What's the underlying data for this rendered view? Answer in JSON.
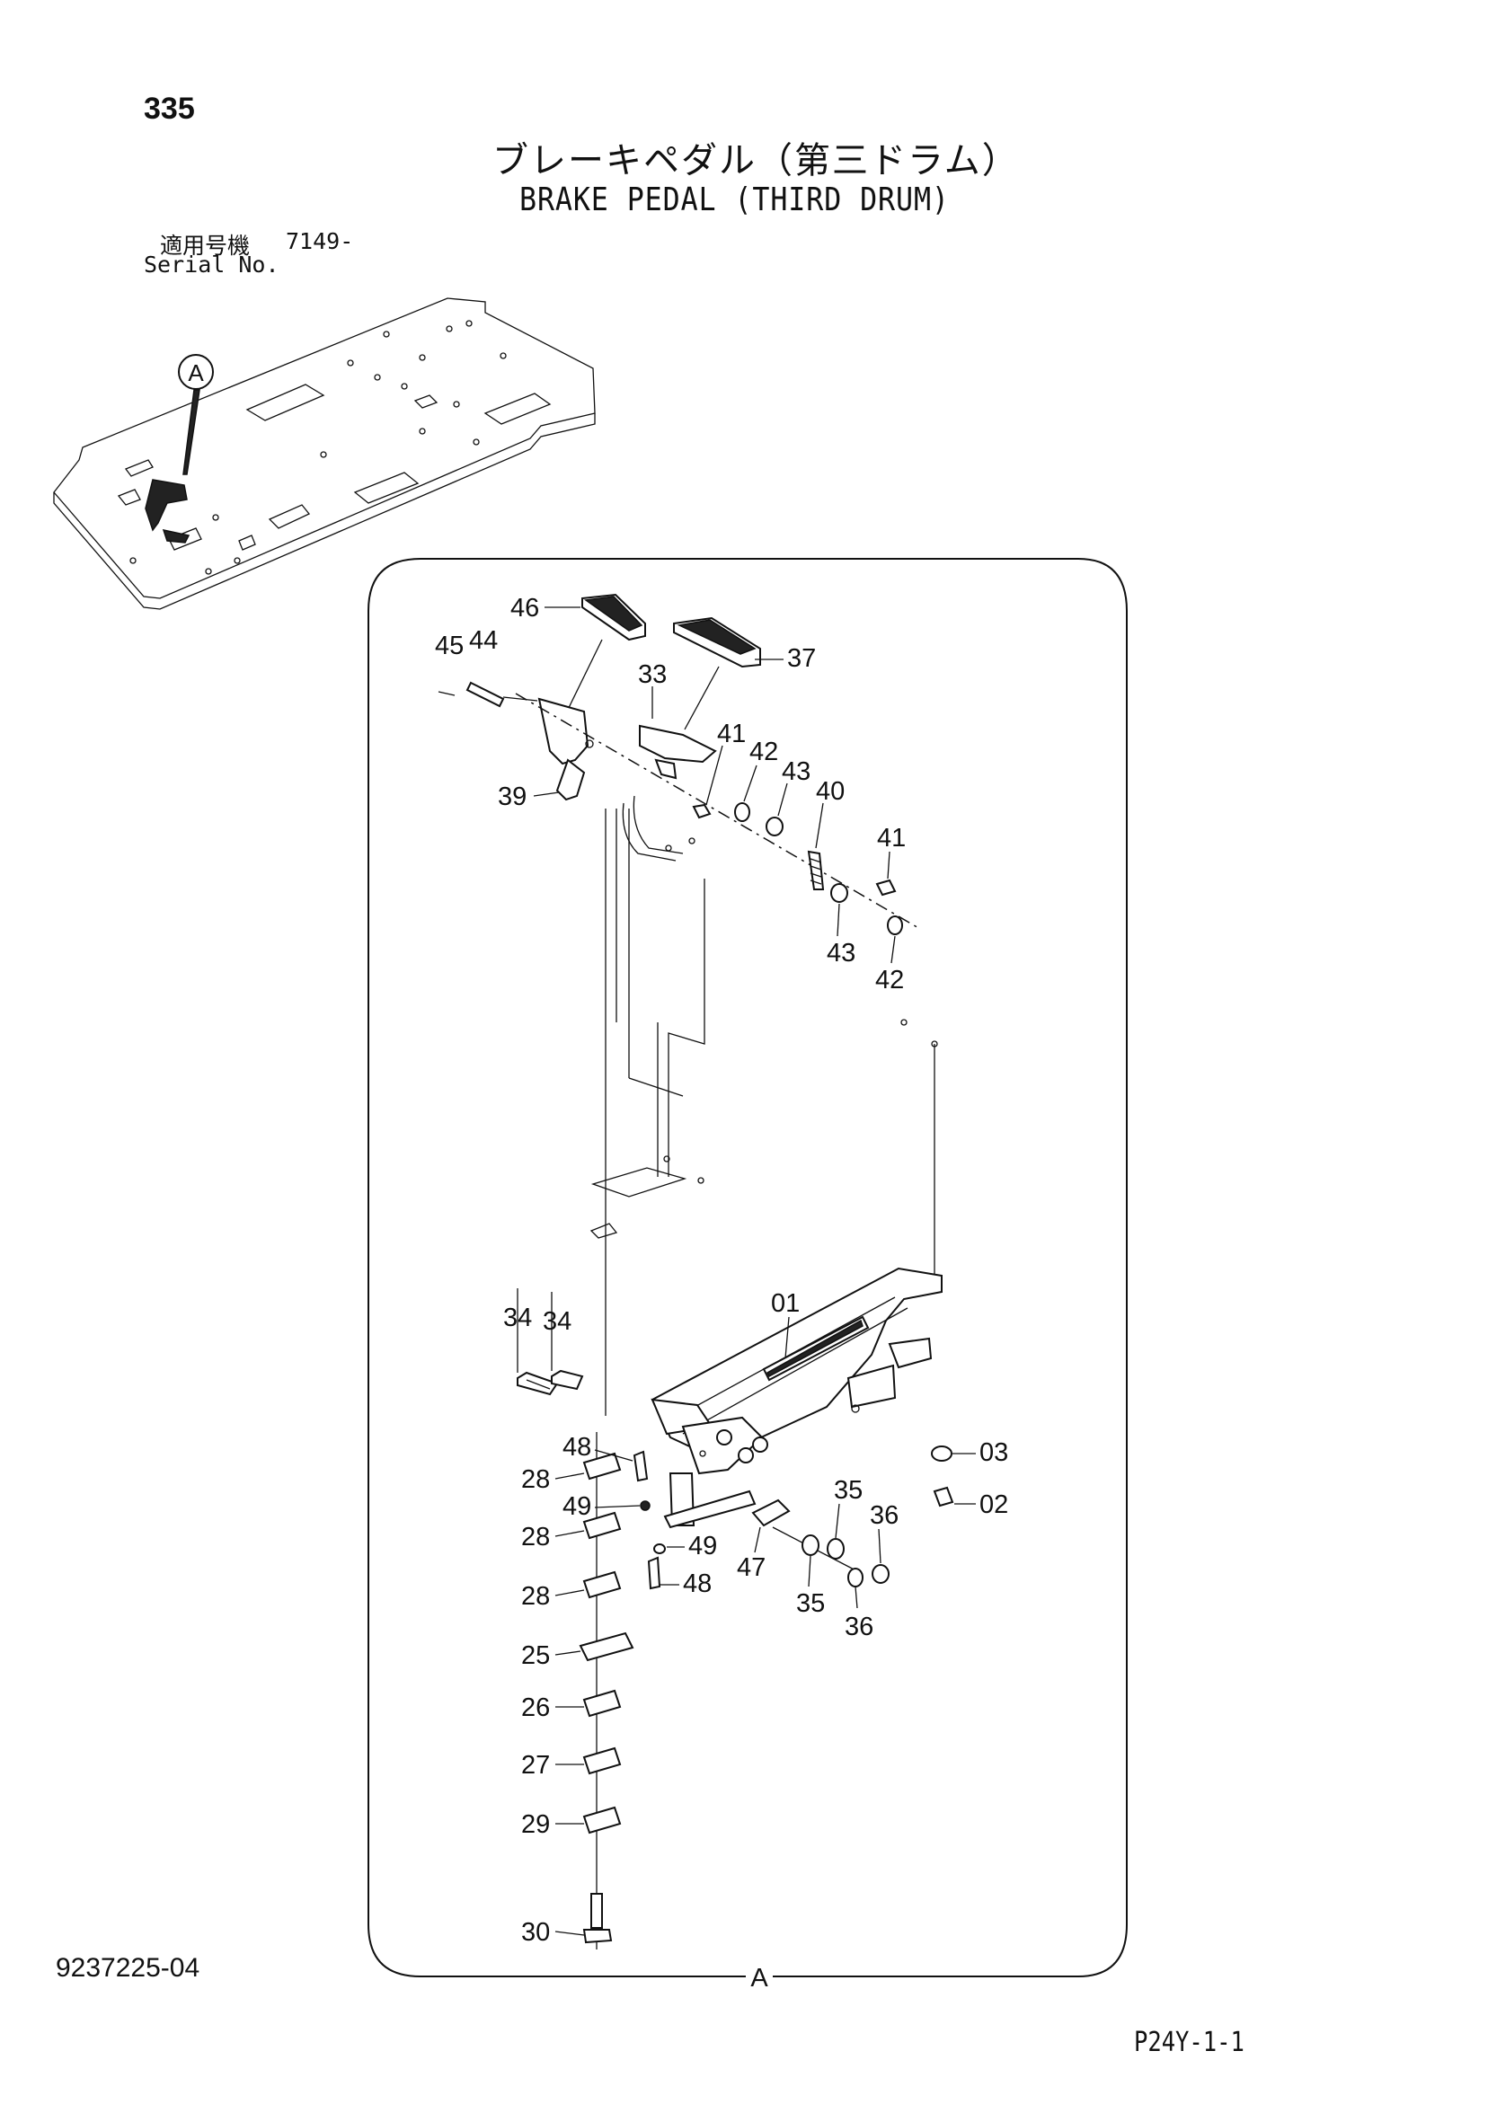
{
  "page_number": "335",
  "title_jp": "ブレーキペダル（第三ドラム）",
  "title_en": "BRAKE PEDAL (THIRD DRUM)",
  "serial": {
    "label_jp": "適用号機",
    "value": "7149-",
    "label_en": "Serial No."
  },
  "detail_marker": "A",
  "detail_label": "A",
  "doc_number": "9237225-04",
  "page_code": "P24Y-1-1",
  "callouts": {
    "p01": "01",
    "p02": "02",
    "p03": "03",
    "p25": "25",
    "p26": "26",
    "p27": "27",
    "p28a": "28",
    "p28b": "28",
    "p28c": "28",
    "p29": "29",
    "p30": "30",
    "p33": "33",
    "p34a": "34",
    "p34b": "34",
    "p35a": "35",
    "p35b": "35",
    "p36a": "36",
    "p36b": "36",
    "p37": "37",
    "p39": "39",
    "p40": "40",
    "p41a": "41",
    "p41b": "41",
    "p42a": "42",
    "p42b": "42",
    "p43a": "43",
    "p43b": "43",
    "p44": "44",
    "p45": "45",
    "p46": "46",
    "p47": "47",
    "p48a": "48",
    "p48b": "48",
    "p49a": "49",
    "p49b": "49"
  }
}
